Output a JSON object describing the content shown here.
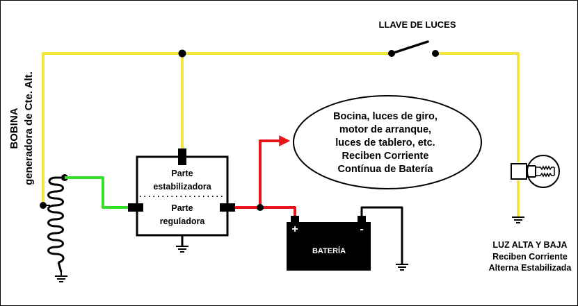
{
  "diagram": {
    "coil_label_1": "BOBINA",
    "coil_label_2": "generadora de Cte. Alt.",
    "switch_label": "LLAVE DE LUCES",
    "regulator_top": [
      "Parte",
      "estabilizadora"
    ],
    "regulator_bottom": [
      "Parte",
      "reguladora"
    ],
    "bubble_lines": [
      "Bocina, luces de giro,",
      "motor de arranque,",
      "luces de tablero, etc.",
      "Reciben Corriente",
      "Contínua de Batería"
    ],
    "battery_label": "BATERÍA",
    "battery_plus": "+",
    "battery_minus": "-",
    "lights_lines": [
      "LUZ ALTA Y BAJA",
      "Reciben Corriente",
      "Alterna Estabilizada"
    ],
    "colors": {
      "ac_wire": "#f2e63a",
      "coil_output_wire": "#35e02c",
      "dc_wire": "#e8141a",
      "ground_wire": "#000000"
    }
  }
}
